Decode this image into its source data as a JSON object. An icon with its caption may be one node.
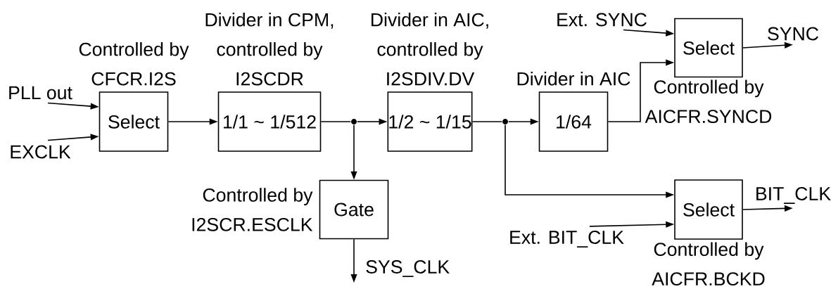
{
  "diagram": {
    "nodes": [
      {
        "text": [
          "Select"
        ],
        "beside": [
          "Controlled by CFCR.I2S"
        ]
      },
      {
        "text": [
          "1/1 ~ 1/512"
        ],
        "beside": [
          "Divider in CPM, controlled by I2SCDR"
        ]
      },
      {
        "text": [
          "1/2 ~ 1/15"
        ],
        "beside": [
          "Divider in AIC, controlled by I2SDIV.DV"
        ]
      },
      {
        "text": [
          "1/64"
        ],
        "beside": [
          "Divider in AIC"
        ]
      },
      {
        "text": [
          "Select"
        ],
        "beside": [
          "Controlled by AICFR.SYNCD"
        ]
      },
      {
        "text": [
          "Gate"
        ],
        "beside": [
          "Controlled by I2SCR.ESCLK"
        ]
      },
      {
        "text": [
          "Select"
        ],
        "beside": [
          "Controlled by AICFR.BCKD"
        ]
      },
      {
        "text": [],
        "shape": "circle"
      },
      {
        "text": [],
        "shape": "circle"
      },
      {
        "text": [
          "PLL out"
        ]
      },
      {
        "text": [
          "EXCLK"
        ]
      },
      {
        "text": [
          "Ext. SYNC"
        ]
      },
      {
        "text": [
          "SYNC"
        ]
      },
      {
        "text": [
          "Ext. BIT_CLK"
        ]
      },
      {
        "text": [
          "BIT_CLK"
        ]
      },
      {
        "text": [
          "SYS_CLK"
        ]
      }
    ],
    "edges": [
      {
        "from": 9,
        "to": 0,
        "arrow": "to"
      },
      {
        "from": 10,
        "to": 0,
        "arrow": "to"
      },
      {
        "from": 0,
        "to": 1,
        "arrow": "to"
      },
      {
        "from": 1,
        "to": 7,
        "arrow": "none"
      },
      {
        "from": 7,
        "to": 2,
        "arrow": "to"
      },
      {
        "from": 7,
        "to": 5,
        "arrow": "to"
      },
      {
        "from": 2,
        "to": 8,
        "arrow": "none"
      },
      {
        "from": 8,
        "to": 3,
        "arrow": "to"
      },
      {
        "from": 3,
        "to": 4,
        "arrow": "to"
      },
      {
        "from": 8,
        "to": 6,
        "arrow": "to"
      },
      {
        "from": 11,
        "to": 4,
        "arrow": "to"
      },
      {
        "from": 4,
        "to": 12,
        "arrow": "to"
      },
      {
        "from": 13,
        "to": 6,
        "arrow": "to"
      },
      {
        "from": 6,
        "to": 14,
        "arrow": "to"
      },
      {
        "from": 5,
        "to": 15,
        "arrow": "to"
      }
    ]
  }
}
